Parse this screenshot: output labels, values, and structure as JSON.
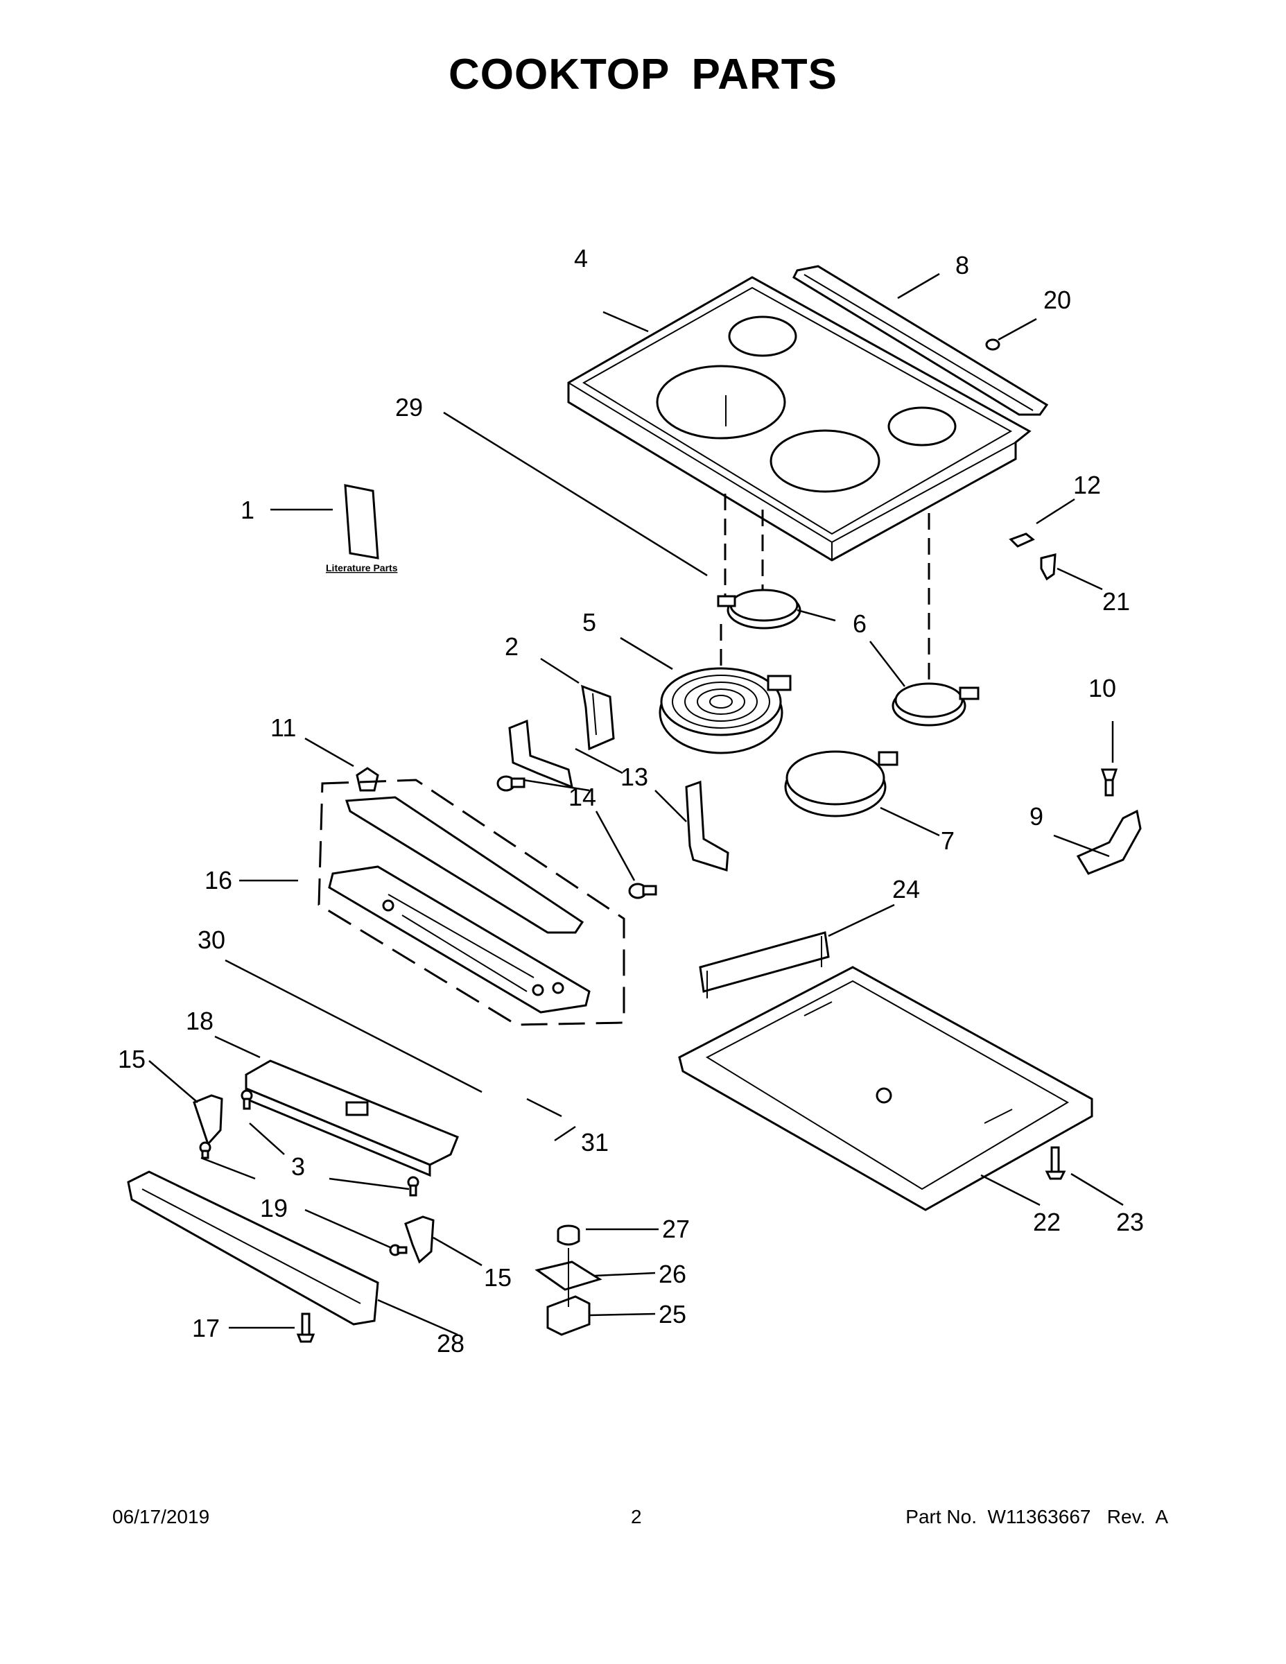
{
  "title": "COOKTOP PARTS",
  "literature_label": "Literature Parts",
  "callouts": {
    "c1": "1",
    "c2": "2",
    "c3": "3",
    "c4": "4",
    "c5": "5",
    "c6a": "6",
    "c6b": "6",
    "c7": "7",
    "c8": "8",
    "c9": "9",
    "c10": "10",
    "c11": "11",
    "c12": "12",
    "c13a": "13",
    "c14a": "14",
    "c15a": "15",
    "c15b": "15",
    "c16": "16",
    "c17": "17",
    "c18": "18",
    "c19": "19",
    "c20": "20",
    "c21": "21",
    "c22": "22",
    "c23": "23",
    "c24": "24",
    "c25": "25",
    "c26": "26",
    "c27": "27",
    "c28": "28",
    "c29": "29",
    "c30": "30",
    "c31": "31"
  },
  "footer": {
    "date": "06/17/2019",
    "page": "2",
    "part_no": "Part No.  W11363667   Rev.  A"
  }
}
